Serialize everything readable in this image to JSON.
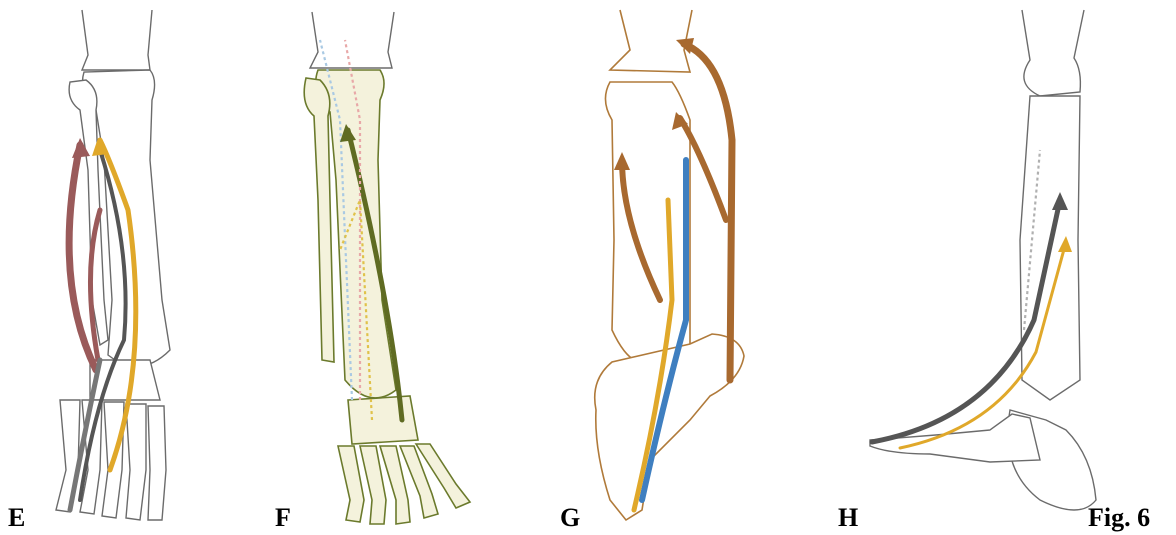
{
  "labels": {
    "panel_e": "E",
    "panel_f": "F",
    "panel_g": "G",
    "panel_h": "H",
    "figure": "Fig. 6"
  },
  "colors": {
    "maroon": "#9a5a5a",
    "gold": "#e0a82a",
    "dark_gray": "#555555",
    "olive": "#5f6b22",
    "brown": "#a8692f",
    "blue": "#3f7fc0",
    "pink": "#e8a8a8",
    "light_blue": "#a9c9e3"
  }
}
